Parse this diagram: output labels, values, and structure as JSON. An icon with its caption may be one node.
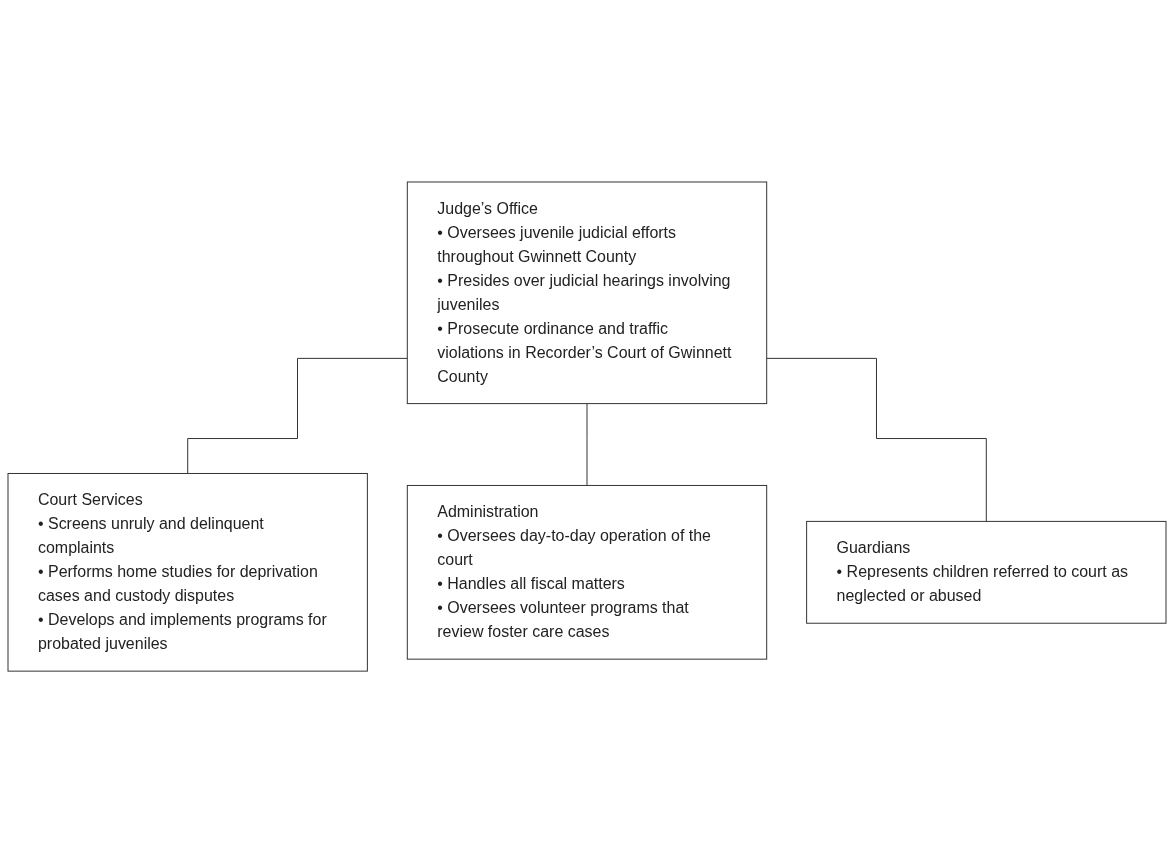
{
  "diagram": {
    "nodes": [
      {
        "text": [
          "Judge’s Office",
          "• Oversees juvenile judicial efforts throughout Gwinnett County",
          "• Presides over judicial hearings involving juveniles",
          "• Prosecute ordinance and traffic violations in Recorder’s Court of Gwinnett County"
        ]
      },
      {
        "text": [
          "Court Services",
          "• Screens unruly and delinquent complaints",
          "• Performs home studies for deprivation cases and custody disputes",
          "• Develops and implements programs for probated juveniles"
        ]
      },
      {
        "text": [
          "Administration",
          "• Oversees day-to-day operation of the court",
          "• Handles all fiscal matters",
          "• Oversees volunteer programs that review foster care cases"
        ]
      },
      {
        "text": [
          "Guardians",
          "• Represents children referred to court as neglected or abused"
        ]
      }
    ],
    "edges": [
      {
        "from": 0,
        "to": 1,
        "arrow": "none"
      },
      {
        "from": 0,
        "to": 2,
        "arrow": "none"
      },
      {
        "from": 0,
        "to": 3,
        "arrow": "none"
      }
    ]
  }
}
